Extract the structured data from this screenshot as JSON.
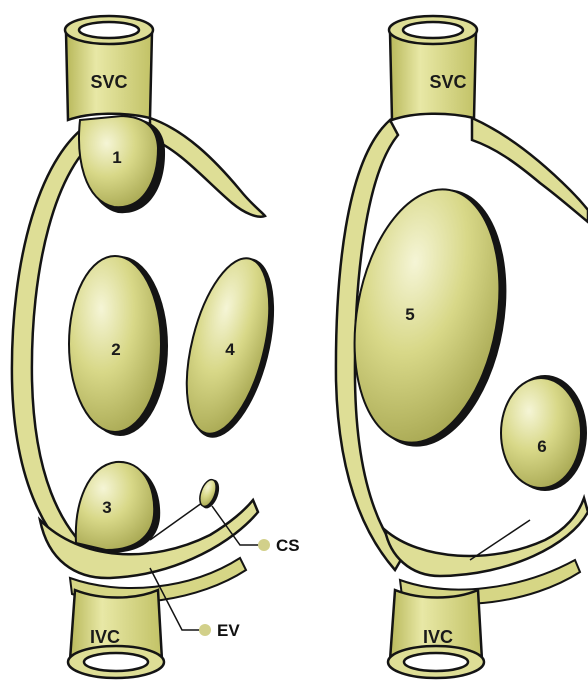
{
  "colors": {
    "vessel_light": "#e8e8a6",
    "vessel_mid": "#cfcf7a",
    "vessel_dark": "#a6a64c",
    "outline": "#141414",
    "defect_highlight": "#f3f3cf",
    "defect_fill": "#d6d685",
    "defect_shade": "#a9a852",
    "callout_dot": "#d2d08a"
  },
  "left_panel": {
    "superior_label": "SVC",
    "inferior_label": "IVC",
    "defects": [
      "1",
      "2",
      "3",
      "4"
    ],
    "callouts": {
      "coronary_sinus": "CS",
      "eustachian_valve": "EV"
    }
  },
  "right_panel": {
    "superior_label": "SVC",
    "inferior_label": "IVC",
    "defects": [
      "5",
      "6"
    ]
  }
}
